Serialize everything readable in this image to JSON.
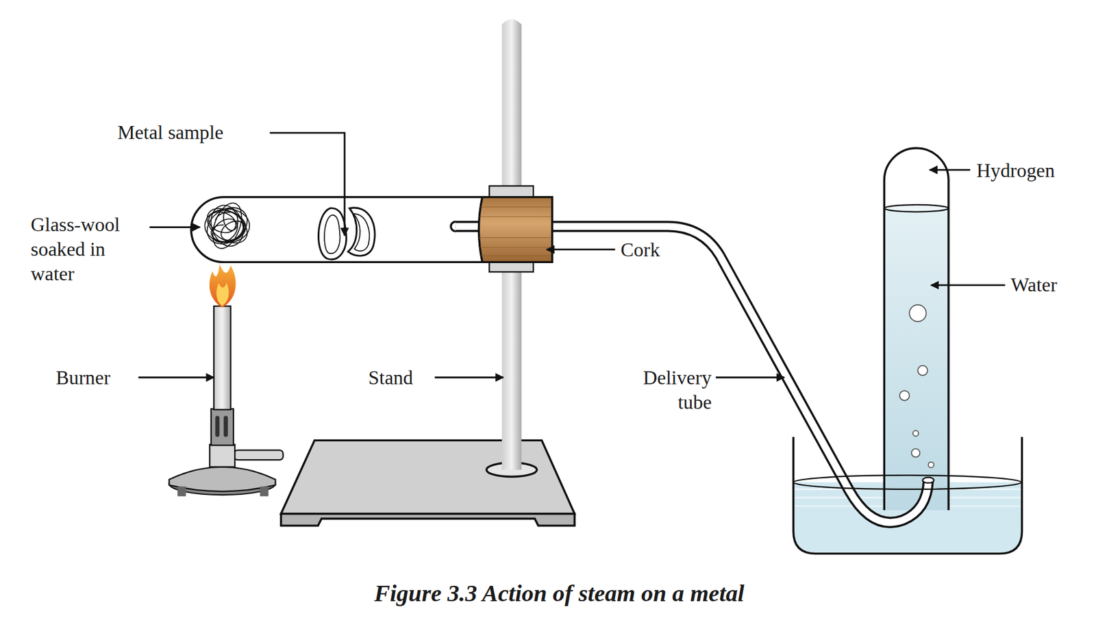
{
  "diagram": {
    "caption": "Figure 3.3 Action of steam on a metal",
    "labels": [
      "Metal sample",
      "Glass-wool soaked in water",
      "Cork",
      "Hydrogen",
      "Water",
      "Burner",
      "Stand",
      "Delivery tube"
    ]
  }
}
